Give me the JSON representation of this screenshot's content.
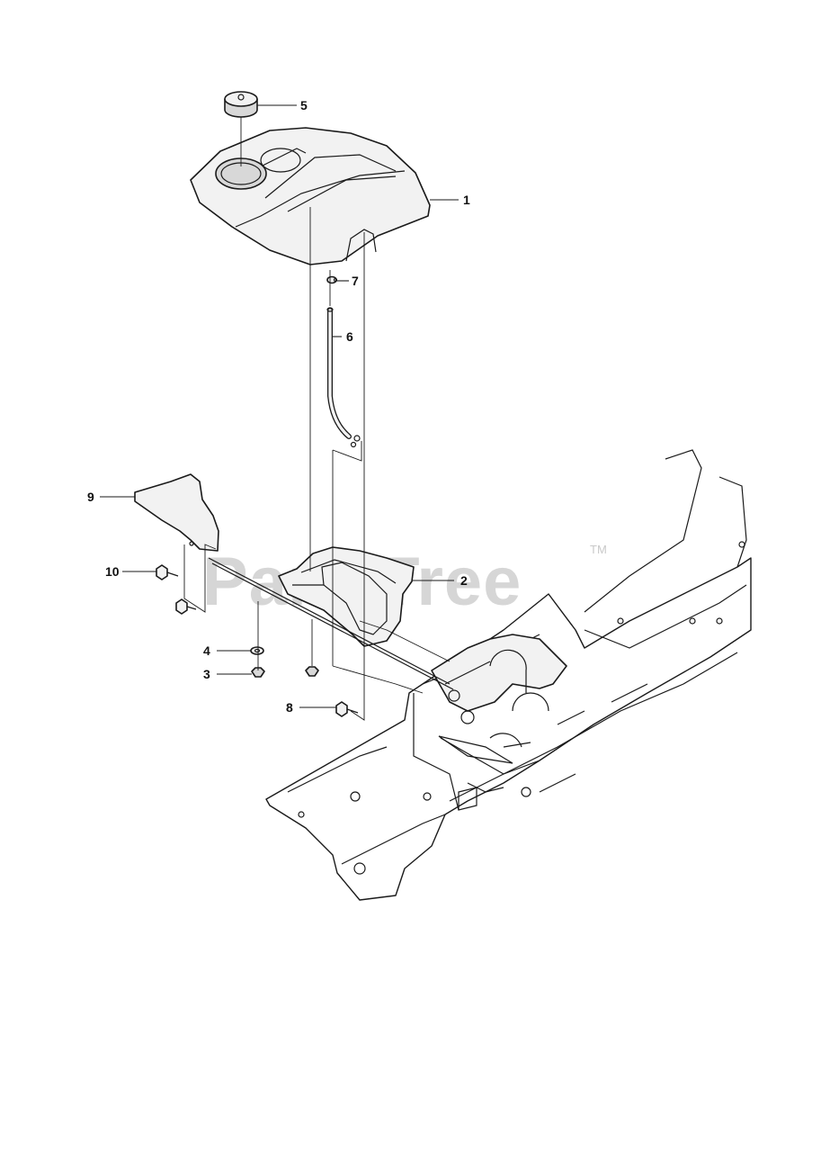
{
  "watermark": {
    "brand": "PartsTree",
    "trademark": "TM"
  },
  "callouts": {
    "c1": "1",
    "c2": "2",
    "c3": "3",
    "c4": "4",
    "c5": "5",
    "c6": "6",
    "c7": "7",
    "c8": "8",
    "c9": "9",
    "c10": "10"
  }
}
